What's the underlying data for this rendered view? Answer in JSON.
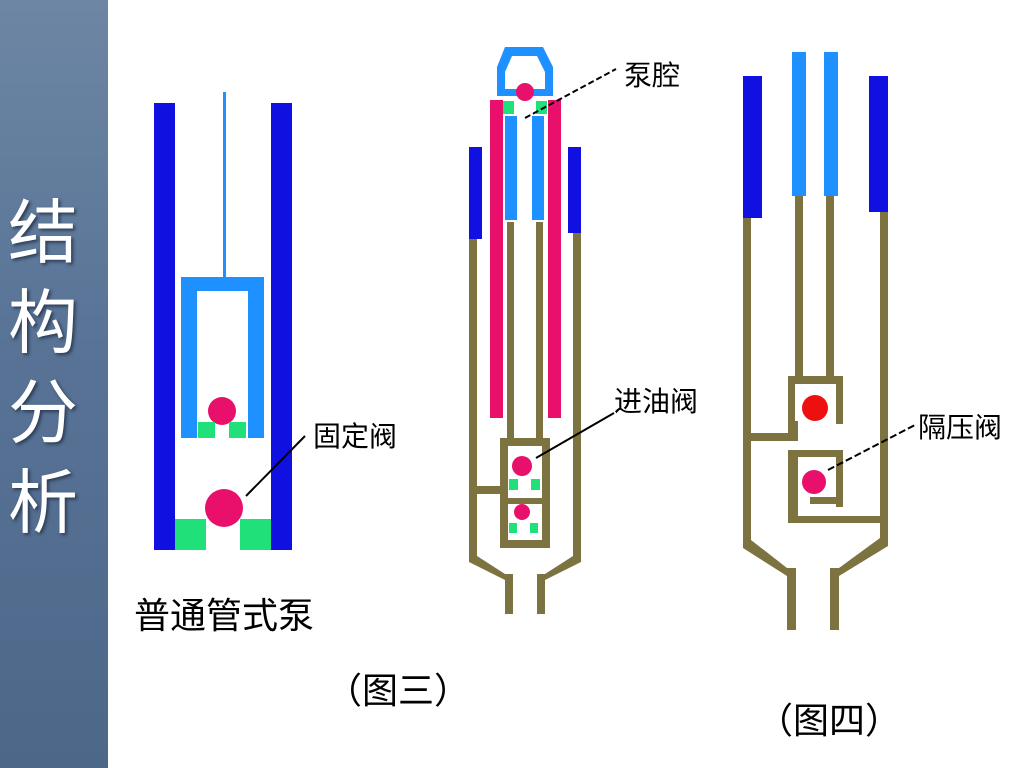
{
  "sidebar": {
    "title_chars": [
      "结",
      "构",
      "分",
      "析"
    ]
  },
  "labels": {
    "fixed_valve": "固定阀",
    "ordinary_pump": "普通管式泵",
    "pump_chamber": "泵腔",
    "inlet_valve": "进油阀",
    "figure3": "（图三）",
    "isolation_valve": "隔压阀",
    "figure4": "（图四）"
  },
  "colors": {
    "barrel": "#1010e0",
    "plunger": "#1e90ff",
    "ball": "#e8106a",
    "valve_seat": "#20e07a",
    "tube": "#7d7340",
    "red_ball": "#ee1010"
  }
}
